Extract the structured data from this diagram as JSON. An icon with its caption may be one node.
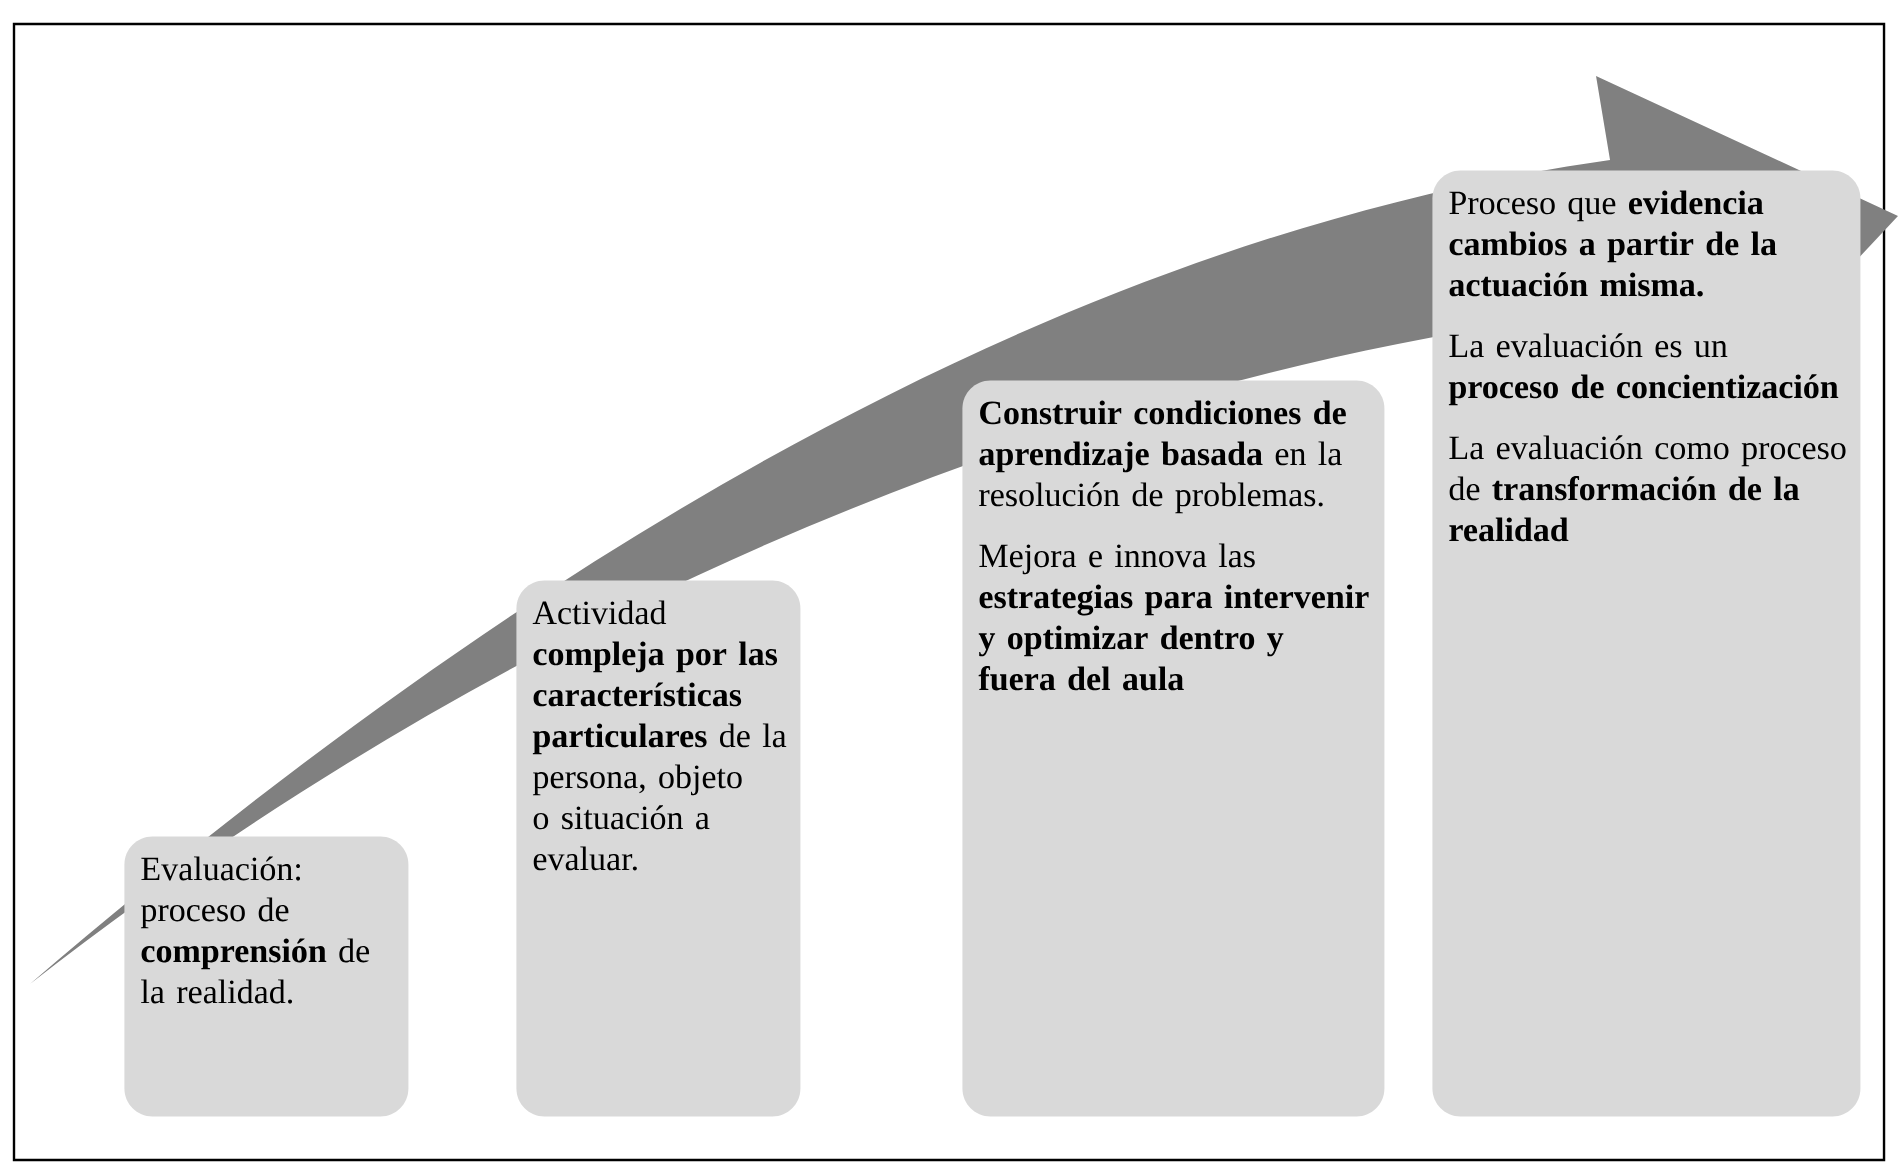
{
  "diagram": {
    "nodes": [
      {
        "text": [
          "Evaluación: proceso de **comprensión** de la realidad."
        ]
      },
      {
        "text": [
          "Actividad **compleja por las características particulares** de la persona, objeto o situación a evaluar."
        ]
      },
      {
        "text": [
          "**Construir condiciones de aprendizaje basada** en la resolución de problemas.",
          "Mejora e innova las **estrategias para intervenir y optimizar dentro y fuera del aula**"
        ]
      },
      {
        "text": [
          "Proceso que **evidencia cambios a partir de la actuación misma.**",
          "La evaluación es un **proceso de concientización**",
          "La evaluación como proceso de **transformación de la realidad**"
        ]
      }
    ]
  }
}
